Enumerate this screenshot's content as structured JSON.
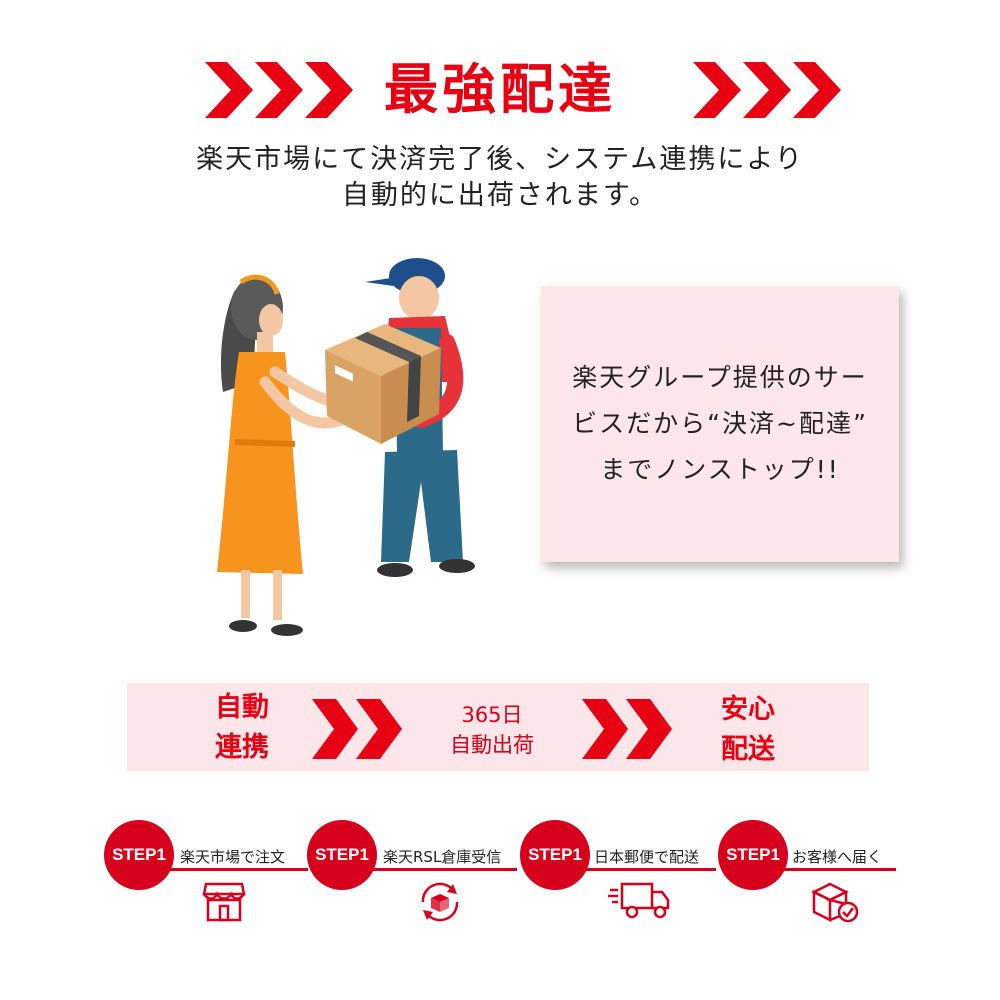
{
  "header": {
    "title": "最強配達",
    "subtitle_line1": "楽天市場にて決済完了後、システム連携により",
    "subtitle_line2": "自動的に出荷されます。"
  },
  "note": {
    "line1": "楽天グループ提供のサー",
    "line2": "ビスだから“決済~配達”",
    "line3": "までノンストップ!!"
  },
  "flow": [
    {
      "line1": "自動",
      "line2": "連携"
    },
    {
      "line1": "365日",
      "line2": "自動出荷"
    },
    {
      "line1": "安心",
      "line2": "配送"
    }
  ],
  "steps": [
    {
      "badge": "STEP1",
      "label": "楽天市場で注文",
      "icon": "storefront-icon"
    },
    {
      "badge": "STEP1",
      "label": "楽天RSL倉庫受信",
      "icon": "box-refresh-icon"
    },
    {
      "badge": "STEP1",
      "label": "日本郵便で配送",
      "icon": "delivery-truck-icon"
    },
    {
      "badge": "STEP1",
      "label": "お客様へ届く",
      "icon": "box-delivered-icon"
    }
  ],
  "colors": {
    "accent_red": "#e60012",
    "band_pink": "#fde6ea",
    "step_red": "#d6001c"
  }
}
